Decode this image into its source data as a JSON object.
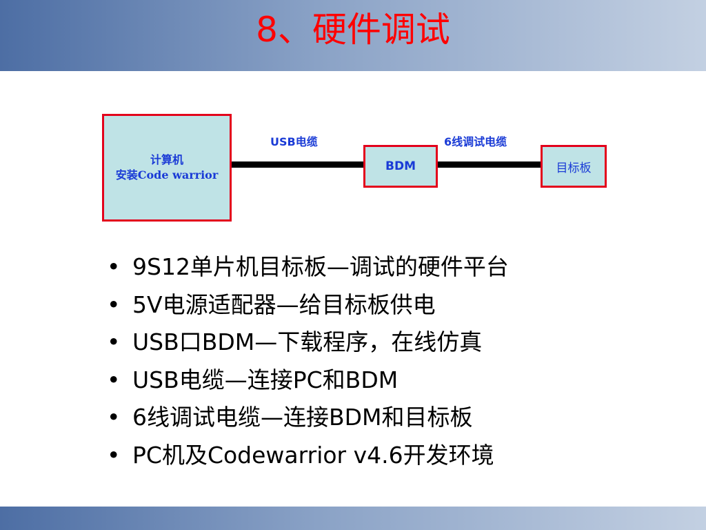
{
  "slide": {
    "title": "8、硬件调试",
    "diagram": {
      "computer_line1": "计算机",
      "computer_line2": "安装Code warrior",
      "usb_cable_label": "USB电缆",
      "bdm_label": "BDM",
      "debug_cable_label": "6线调试电缆",
      "target_board_label": "目标板"
    },
    "bullets": [
      "9S12单片机目标板—调试的硬件平台",
      "5V电源适配器—给目标板供电",
      "USB口BDM—下载程序，在线仿真",
      "USB电缆—连接PC和BDM",
      "6线调试电缆—连接BDM和目标板",
      "PC机及Codewarrior v4.6开发环境"
    ],
    "bullet_glyph": "•"
  },
  "colors": {
    "title": "#ff0000",
    "box_fill": "#bfe3e6",
    "box_border": "#e3001b",
    "diagram_text": "#1a3bd6",
    "band_dark": "#4d6ea4",
    "band_light": "#c3d0e2"
  }
}
